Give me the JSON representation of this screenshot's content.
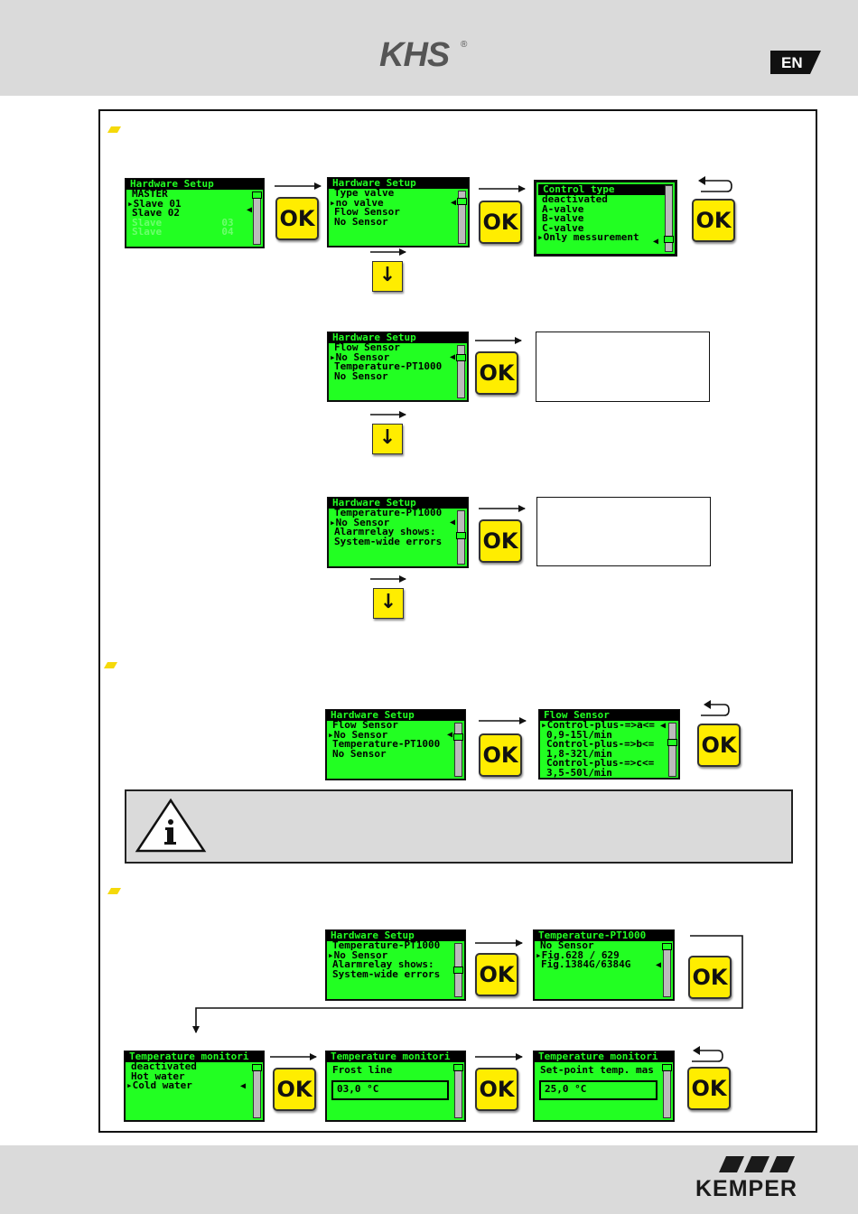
{
  "header": {
    "logo": "KHS",
    "logo_mark": "®",
    "language": "EN"
  },
  "footer": {
    "logo": "KEMPER"
  },
  "screens": {
    "s1": {
      "title": "Hardware Setup",
      "rows": [
        "MASTER",
        "Slave 01",
        "Slave 02",
        "Slave          03",
        "Slave          04"
      ]
    },
    "s2": {
      "title": "Hardware Setup",
      "rows": [
        "Type valve",
        "no valve",
        "",
        "Flow Sensor",
        "No Sensor"
      ]
    },
    "s3": {
      "title": "Control type",
      "rows": [
        "deactivated",
        "A-valve",
        "B-valve",
        "C-valve",
        "Only messurement"
      ]
    },
    "s4": {
      "title": "Hardware Setup",
      "rows": [
        "Flow Sensor",
        "No Sensor",
        "",
        "Temperature-PT1000",
        "No Sensor"
      ]
    },
    "s5": {
      "title": "Hardware Setup",
      "rows": [
        "Temperature-PT1000",
        "No Sensor",
        "",
        "Alarmrelay shows:",
        "System-wide errors"
      ]
    },
    "s6": {
      "title": "Hardware Setup",
      "rows": [
        "Flow Sensor",
        "No Sensor",
        "",
        "Temperature-PT1000",
        "No Sensor"
      ]
    },
    "s7": {
      "title": "Flow Sensor",
      "rows": [
        "Control-plus-=>a<=",
        "0,9-15l/min",
        "Control-plus-=>b<=",
        "1,8-32l/min",
        "Control-plus-=>c<=",
        "3,5-50l/min"
      ]
    },
    "s8": {
      "title": "Hardware Setup",
      "rows": [
        "Temperature-PT1000",
        "No Sensor",
        "",
        "Alarmrelay shows:",
        "System-wide errors"
      ]
    },
    "s9": {
      "title": "Temperature-PT1000",
      "rows": [
        "No Sensor",
        "",
        "Fig.628 / 629",
        "Fig.1384G/6384G"
      ]
    },
    "s10": {
      "title": "Temperature monitori",
      "rows": [
        "deactivated",
        "Hot water",
        "Cold water"
      ]
    },
    "s11": {
      "title": "Temperature monitori",
      "label": "Frost line",
      "value": "03,0 °C"
    },
    "s12": {
      "title": "Temperature monitori",
      "label": "Set-point temp. mas",
      "value": "25,0 °C"
    }
  },
  "buttons": {
    "ok": "OK",
    "down": "↓"
  },
  "icons": {
    "info": "info-triangle-icon",
    "return": "return-arrow-icon",
    "arrow": "right-arrow-icon"
  },
  "colors": {
    "lcd_green": "#22ff22",
    "button_yellow": "#ffed00",
    "bullet": "#f5d90a"
  }
}
